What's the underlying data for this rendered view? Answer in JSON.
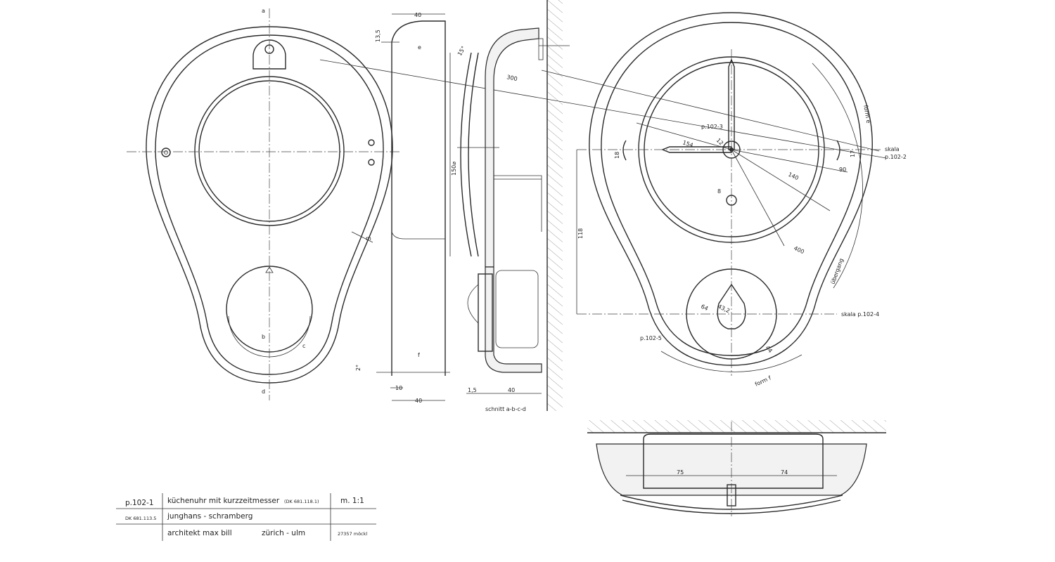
{
  "title_block": {
    "sheet": "p.102-1",
    "title": "küchenuhr mit kurzzeitmesser",
    "title_ref": "(DK 681.118.1)",
    "scale": "m. 1:1",
    "code": "DK 681.113.5",
    "manufacturer": "junghans - schramberg",
    "architect": "architekt  max bill",
    "location": "zürich - ulm",
    "drawing_no": "27357 möckl"
  },
  "front_view": {
    "section_a": "a",
    "section_d": "d",
    "label_b": "b",
    "label_c": "c",
    "label_m": "m"
  },
  "side_view": {
    "dim_top": "40",
    "dim_height": "13,5",
    "dim_150": "150⌀",
    "label_e": "e",
    "label_f": "f",
    "dim_10": "10",
    "dim_bottom": "40",
    "dim_2deg": "2°",
    "dim_15": "1,5",
    "dim_section_40": "40",
    "dim_300": "300",
    "dim_angle": "15°",
    "section_caption": "schnitt  a-b-c-d"
  },
  "right_view": {
    "hand_ref": "p.102-3",
    "dim_154": "154",
    "dim_12": "12",
    "dim_140": "140",
    "dim_90": "90",
    "dim_17": "17",
    "dim_18": "18",
    "dim_8": "8",
    "dim_118": "118",
    "dim_400": "400",
    "dim_64": "64",
    "dim_432": "43,2",
    "dim_44": "44",
    "scale_ref_1": "skala",
    "scale_ref_1b": "p.102-2",
    "scale_ref_2": "skala  p.102-4",
    "timer_ref": "p.102-5",
    "form_e": "form e",
    "form_f": "form f",
    "transition": "übergang"
  },
  "bottom_view": {
    "dim_75": "75",
    "dim_74": "74"
  }
}
